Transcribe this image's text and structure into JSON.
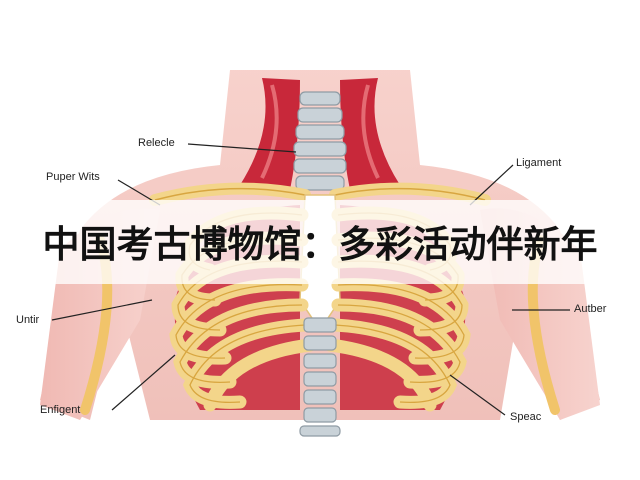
{
  "caption": "中国考古博物馆：多彩活动伴新年",
  "labels": {
    "relecle": "Relecle",
    "puper_wits": "Puper Wits",
    "ligament": "Ligament",
    "untir": "Untir",
    "autber": "Autber",
    "enfigent": "Enfigent",
    "speac": "Speac"
  },
  "colors": {
    "muscle": "#c8283a",
    "skin": "#f2c6c0",
    "bone": "#f3d58a",
    "bone_outline": "#d8a640",
    "vertebra": "#b9c4cc"
  }
}
